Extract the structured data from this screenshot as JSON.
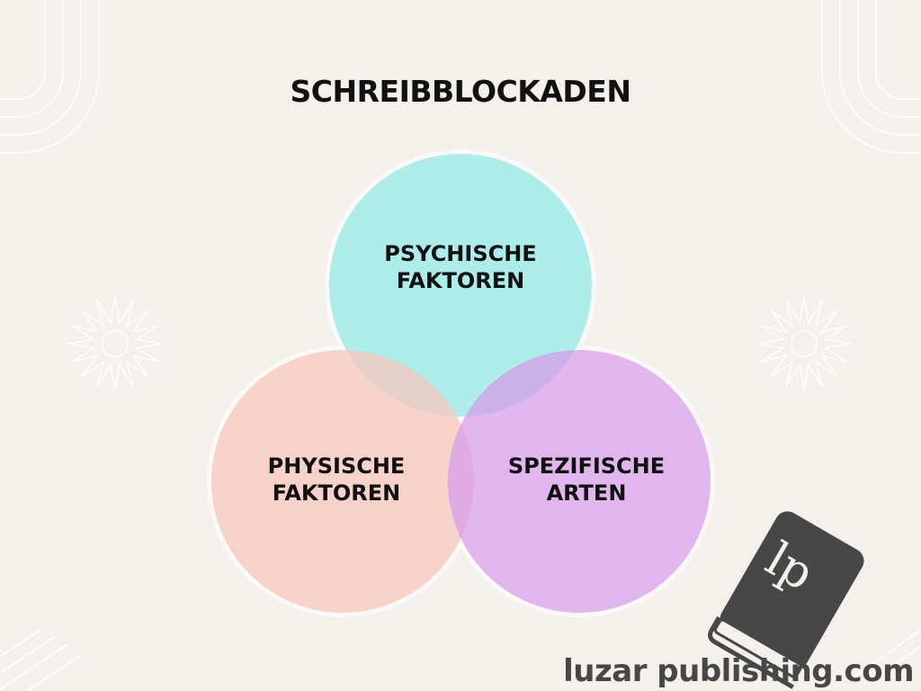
{
  "title": "SCHREIBBLOCKADEN",
  "circles": [
    {
      "id": "psychische",
      "line1": "PSYCHISCHE",
      "line2": "FAKTOREN",
      "color": "#8ee7e5"
    },
    {
      "id": "physische",
      "line1": "PHYSISCHE",
      "line2": "FAKTOREN",
      "color": "#f5c6bd"
    },
    {
      "id": "spezifische",
      "line1": "SPEZIFISCHE",
      "line2": "ARTEN",
      "color": "#d59be7"
    }
  ],
  "brand": {
    "logo_text": "lp",
    "name": "luzar publishing.com",
    "logo_color": "#474747"
  },
  "colors": {
    "background": "#f4f0eb",
    "decoration": "#ffffff"
  }
}
